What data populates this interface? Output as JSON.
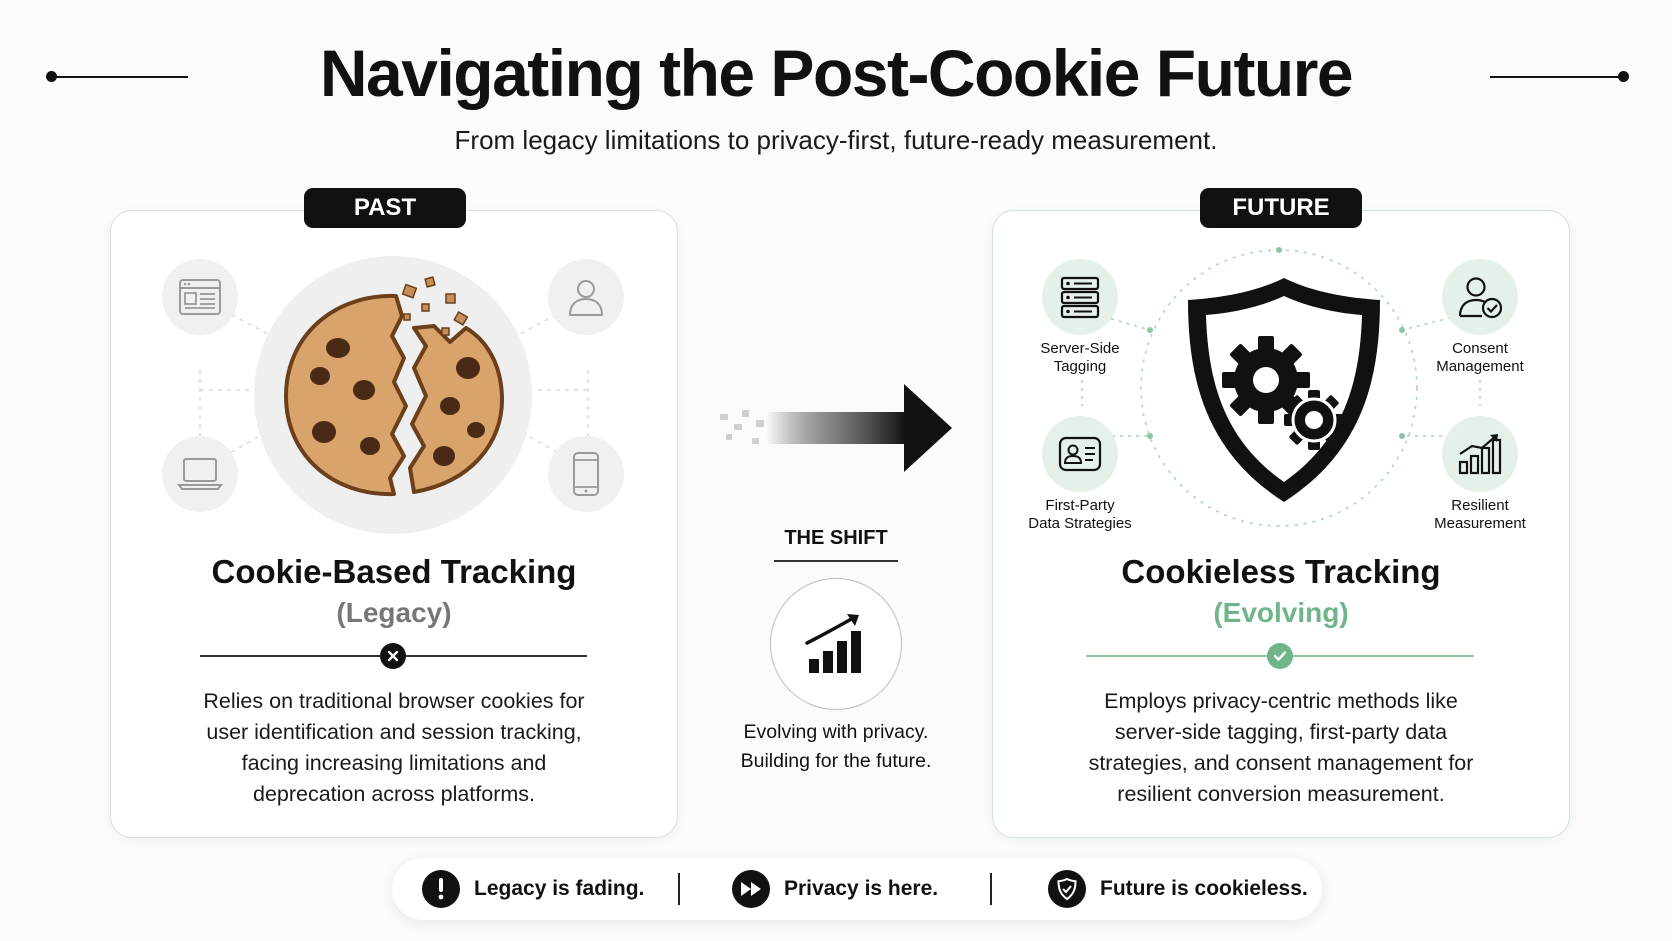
{
  "header": {
    "title": "Navigating the Post-Cookie Future",
    "subtitle": "From legacy limitations to privacy-first, future-ready measurement."
  },
  "past": {
    "tag": "PAST",
    "heading": "Cookie-Based Tracking",
    "subheading": "(Legacy)",
    "description_lines": [
      "Relies on traditional browser cookies for",
      "user identification and session tracking,",
      "facing increasing limitations and",
      "deprecation across platforms."
    ],
    "icons": [
      "browser-window-icon",
      "user-icon",
      "laptop-icon",
      "mobile-phone-icon",
      "broken-cookie-icon"
    ]
  },
  "shift": {
    "title": "THE SHIFT",
    "text_lines": [
      "Evolving with privacy.",
      "Building for the future."
    ],
    "icons": [
      "arrow-right-icon",
      "growth-chart-icon"
    ]
  },
  "future": {
    "tag": "FUTURE",
    "heading": "Cookieless Tracking",
    "subheading": "(Evolving)",
    "features": [
      {
        "label_lines": [
          "Server-Side",
          "Tagging"
        ],
        "icon": "server-icon"
      },
      {
        "label_lines": [
          "Consent",
          "Management"
        ],
        "icon": "user-check-icon"
      },
      {
        "label_lines": [
          "First-Party",
          "Data Strategies"
        ],
        "icon": "id-card-icon"
      },
      {
        "label_lines": [
          "Resilient",
          "Measurement"
        ],
        "icon": "bar-chart-icon"
      }
    ],
    "description_lines": [
      "Employs privacy-centric methods like",
      "server-side tagging, first-party data",
      "strategies, and consent management for",
      "resilient conversion measurement."
    ]
  },
  "footer": {
    "items": [
      {
        "label": "Legacy is fading.",
        "icon": "exclamation-icon"
      },
      {
        "label": "Privacy is here.",
        "icon": "fast-forward-icon"
      },
      {
        "label": "Future is cookieless.",
        "icon": "shield-check-icon"
      }
    ]
  },
  "colors": {
    "accent_green": "#6fb48a",
    "legacy_gray": "#777777",
    "dark": "#111111"
  }
}
